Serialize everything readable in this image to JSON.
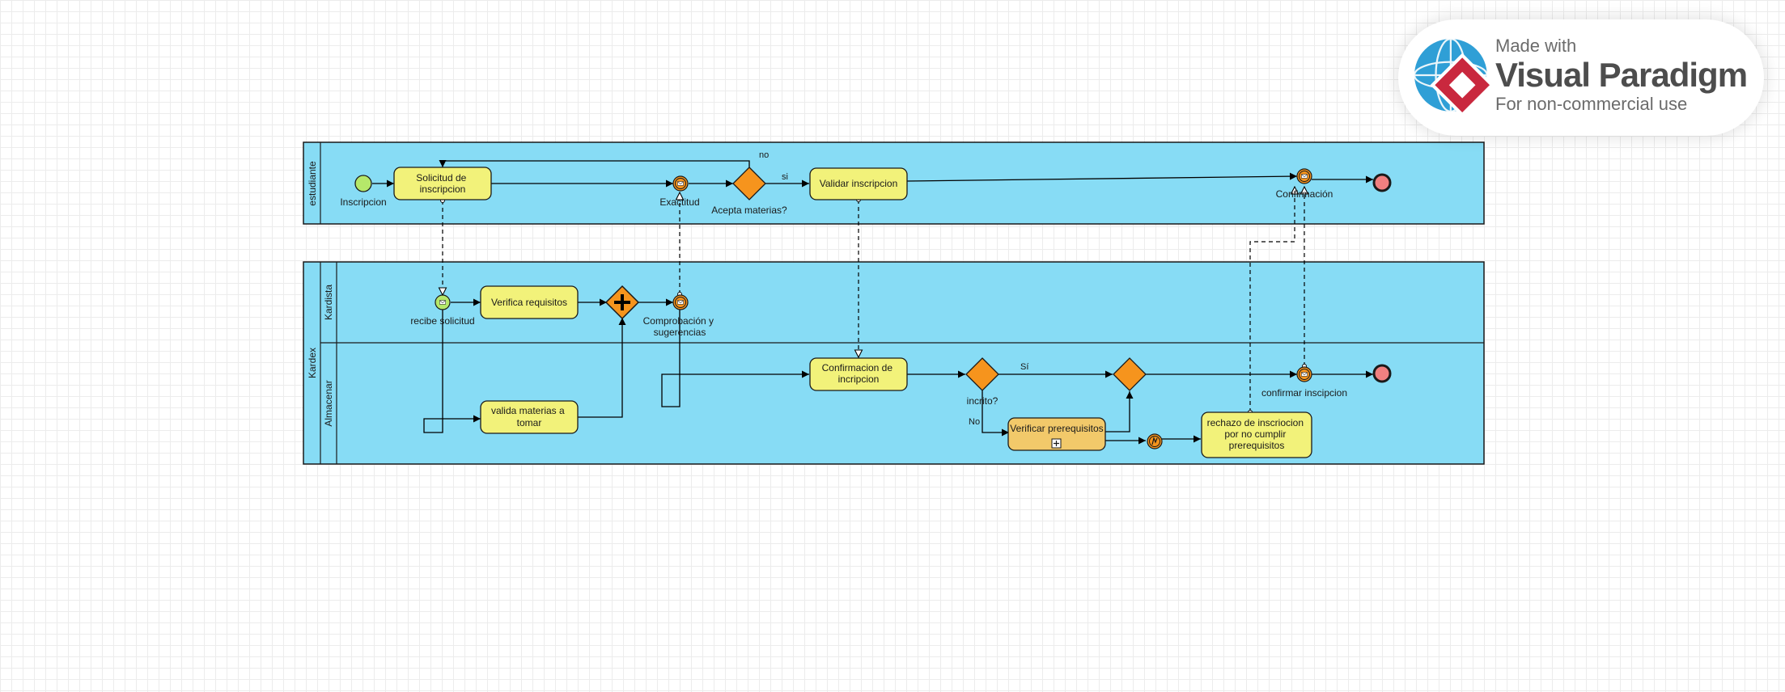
{
  "lanes": {
    "pool_estudiante": "estudiante",
    "pool_kardex": "Kardex",
    "kardista": "Kardista",
    "almacenar": "Almacenar"
  },
  "events": {
    "start_top": "Inscripcion",
    "exactitud": "Exactitud",
    "confirmacion": "Confirmación",
    "recibe": "recibe solicitud",
    "comprobacion": [
      "Comprobación y",
      "sugerencias"
    ],
    "confirmar": "confirmar inscipcion"
  },
  "tasks": {
    "solicitud": [
      "Solicitud de",
      "inscripcion"
    ],
    "validar": "Validar inscripcion",
    "verifica": "Verifica requisitos",
    "valida": [
      "valida materias a",
      "tomar"
    ],
    "confirmacion": [
      "Confirmacion de",
      "incripcion"
    ],
    "prerreq": "Verificar prerequisitos",
    "rechazo": [
      "rechazo de inscriocion",
      "por no cumplir",
      "prerequisitos"
    ]
  },
  "gateways": {
    "acepta": "Acepta materias?",
    "inscrito": "incrito?"
  },
  "flows": {
    "no_top": "no",
    "si_top": "si",
    "si_bottom": "Sí",
    "no_bottom": "No"
  },
  "watermark": {
    "line1": "Made with",
    "line2": "Visual Paradigm",
    "line3": "For non-commercial use"
  },
  "colors": {
    "pool": "#87dcf5",
    "task": "#f2f27a",
    "gateway": "#f6941d",
    "start": "#b5e86a",
    "end": "#f08080"
  }
}
